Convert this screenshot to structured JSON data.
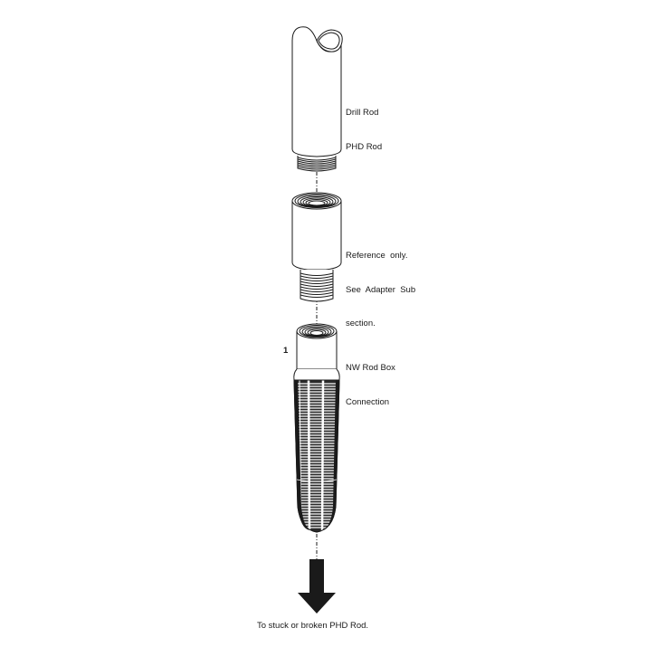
{
  "diagram": {
    "parts": [
      {
        "id": "drill-rod",
        "label_lines": [
          "Drill Rod",
          "PHD Rod"
        ]
      },
      {
        "id": "adapter-sub",
        "label_lines": [
          "Reference  only.",
          "See  Adapter  Sub",
          "section."
        ]
      },
      {
        "id": "nw-rod-box",
        "callout_number": "1",
        "label_lines": [
          "NW Rod Box",
          "Connection"
        ]
      }
    ],
    "arrow": {
      "direction": "down",
      "caption": "To stuck or broken PHD Rod."
    },
    "colors": {
      "line": "#1a1a1a",
      "background": "#ffffff"
    }
  }
}
